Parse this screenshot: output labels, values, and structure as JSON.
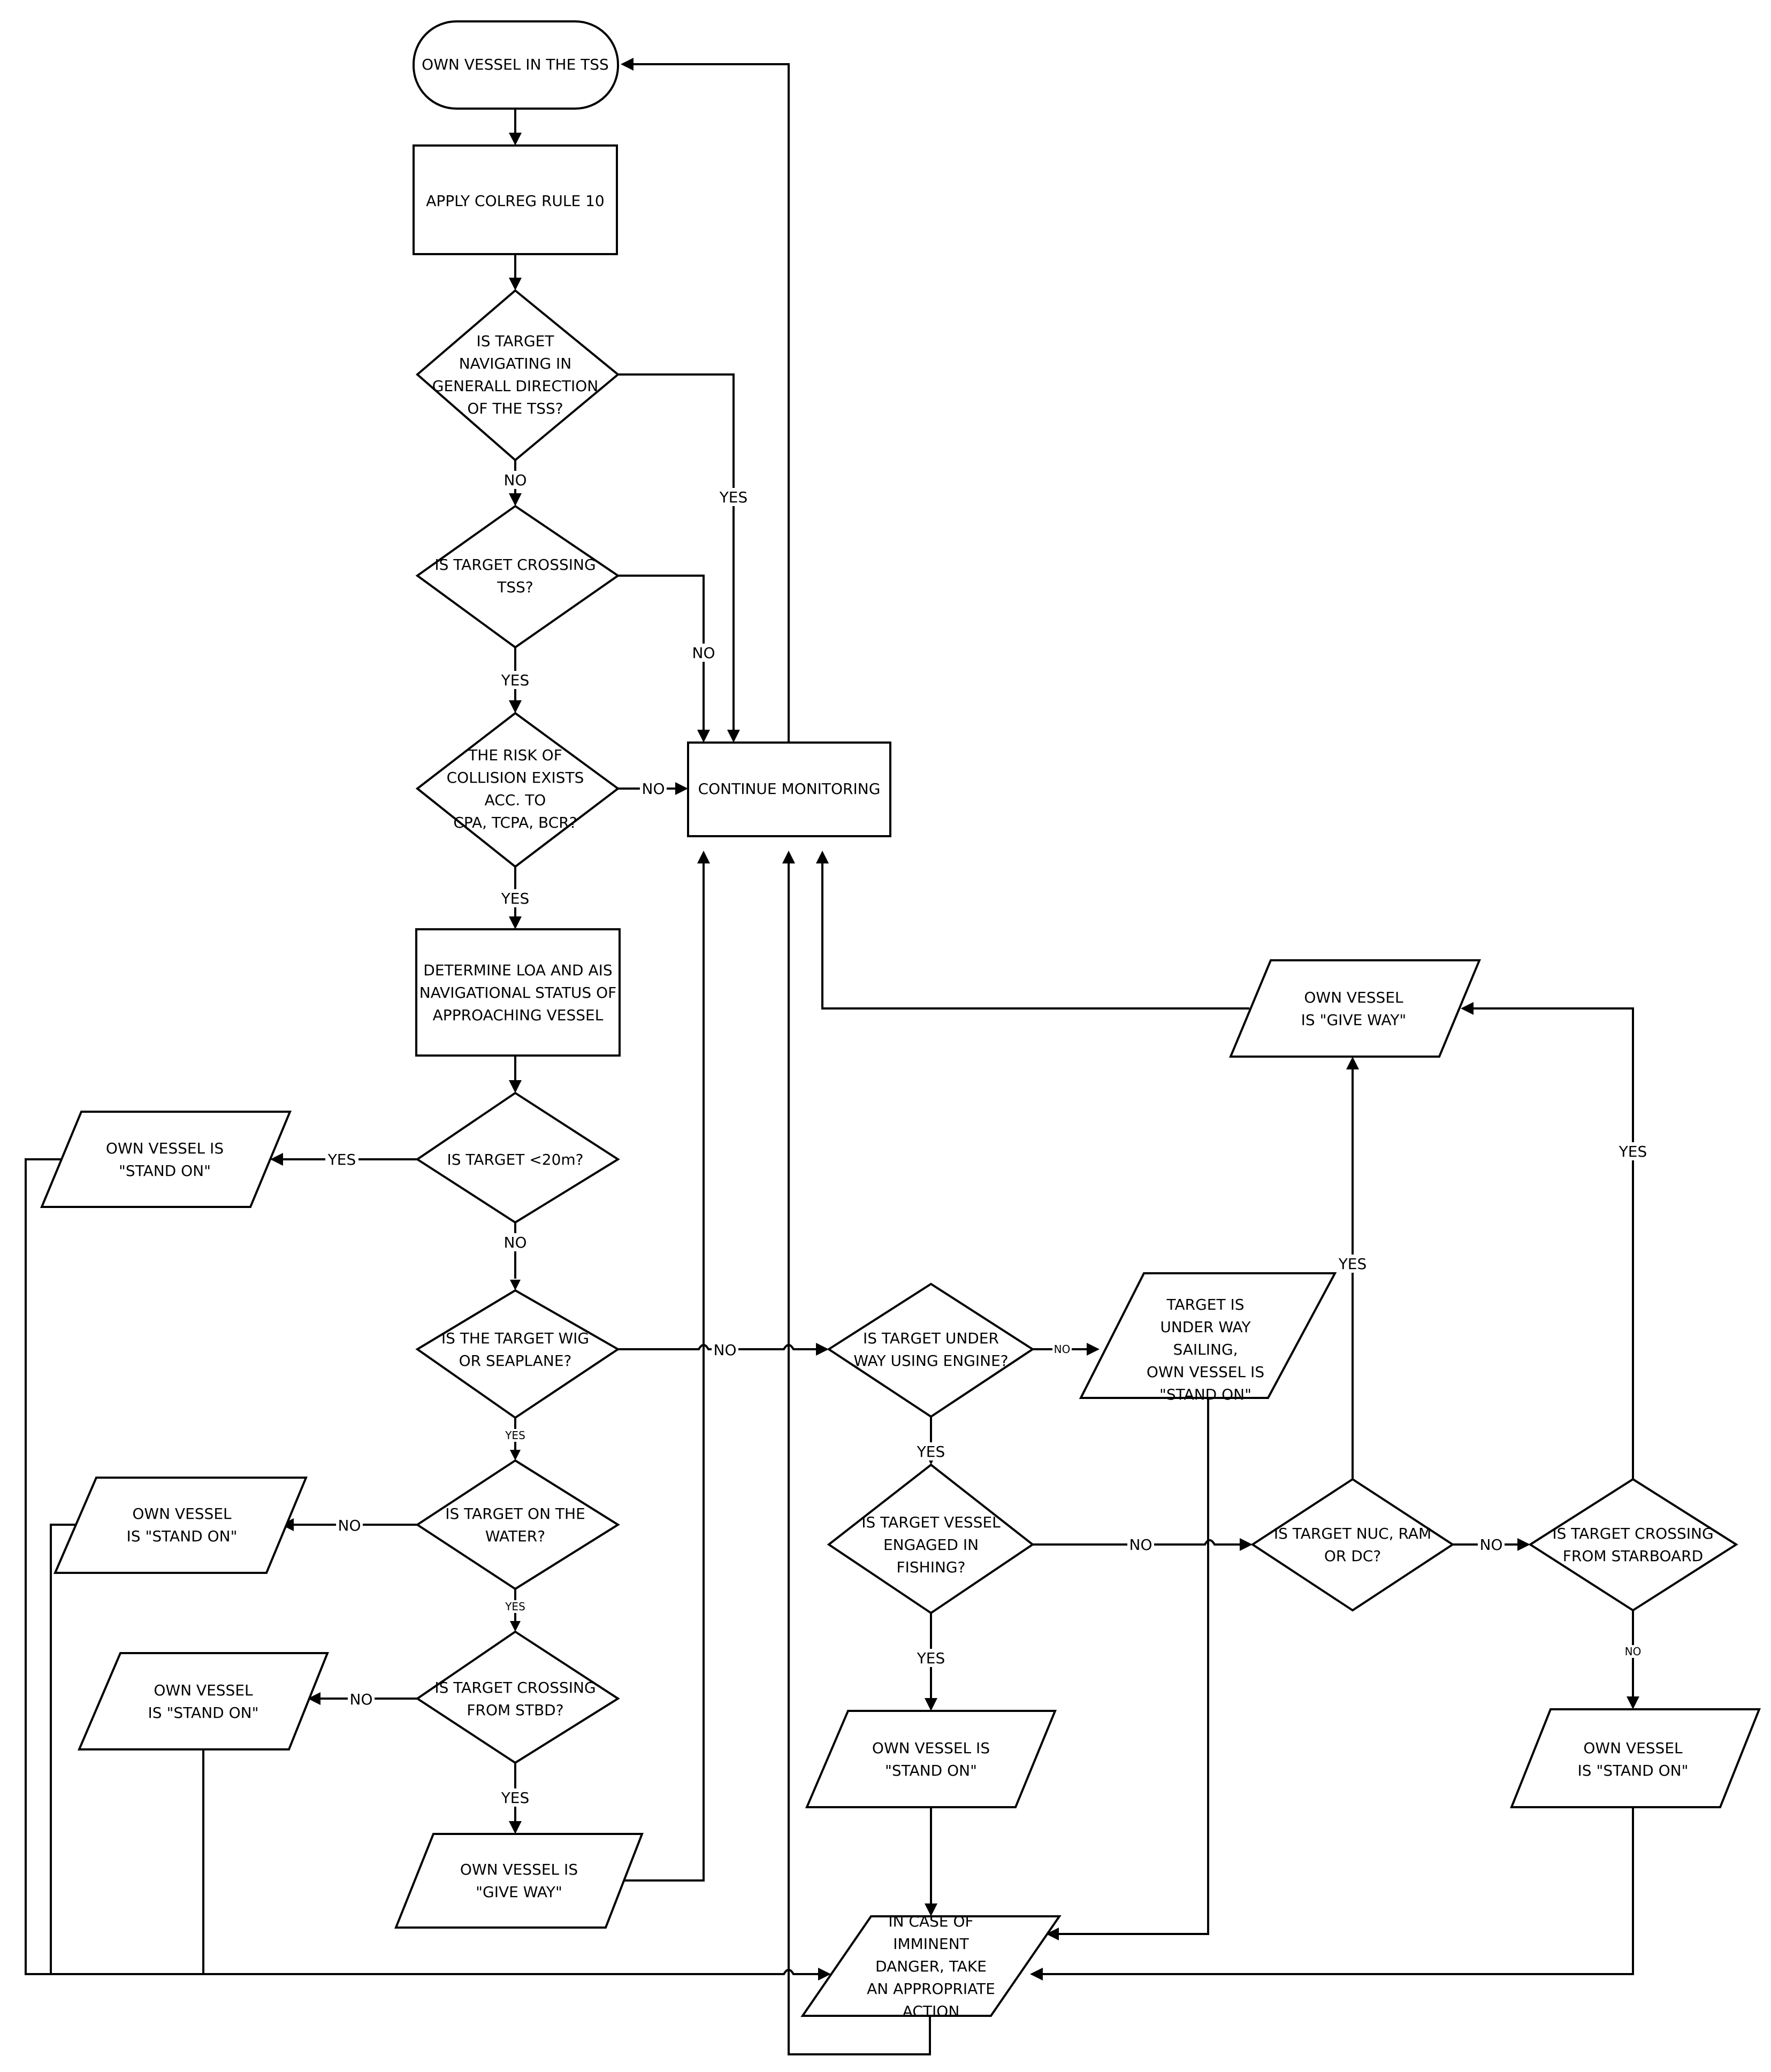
{
  "nodes": {
    "start": [
      "OWN VESSEL IN THE TSS"
    ],
    "rule10": [
      "APPLY COLREG RULE 10"
    ],
    "q_general": [
      "IS TARGET",
      "NAVIGATING IN",
      "GENERALL DIRECTION",
      "OF THE TSS?"
    ],
    "q_crossing_tss": [
      "IS TARGET CROSSING",
      "TSS?"
    ],
    "q_risk": [
      "THE RISK OF",
      "COLLISION EXISTS",
      "ACC. TO",
      "CPA, TCPA, BCR?"
    ],
    "monitor": [
      "CONTINUE MONITORING"
    ],
    "determine": [
      "DETERMINE LOA AND AIS",
      "NAVIGATIONAL STATUS OF",
      "APPROACHING VESSEL"
    ],
    "q_lt20": [
      "IS TARGET <20m?"
    ],
    "standon_a": [
      "OWN VESSEL IS",
      "\"STAND ON\""
    ],
    "q_wig": [
      "IS THE TARGET WIG",
      "OR SEAPLANE?"
    ],
    "q_water": [
      "IS TARGET ON THE",
      "WATER?"
    ],
    "standon_b": [
      "OWN VESSEL",
      "IS \"STAND ON\""
    ],
    "q_stbd": [
      "IS TARGET CROSSING",
      "FROM STBD?"
    ],
    "standon_c": [
      "OWN VESSEL",
      "IS \"STAND ON\""
    ],
    "giveway_a": [
      "OWN VESSEL IS",
      "\"GIVE WAY\""
    ],
    "q_engine": [
      "IS TARGET UNDER",
      "WAY USING ENGINE?"
    ],
    "sailing": [
      "TARGET IS",
      "UNDER WAY",
      "SAILING,",
      "OWN VESSEL IS",
      "\"STAND ON\""
    ],
    "q_fishing": [
      "IS TARGET  VESSEL",
      "ENGAGED IN",
      "FISHING?"
    ],
    "standon_d": [
      "OWN VESSEL IS",
      "\"STAND ON\""
    ],
    "imminent": [
      "IN CASE OF",
      "IMMINENT",
      "DANGER, TAKE",
      "AN APPROPRIATE",
      "ACTION"
    ],
    "q_nuc": [
      "IS TARGET NUC, RAM",
      "OR DC?"
    ],
    "giveway_b": [
      "OWN VESSEL",
      "IS \"GIVE WAY\""
    ],
    "q_starboard": [
      "IS TARGET CROSSING",
      "FROM STARBOARD"
    ],
    "standon_e": [
      "OWN VESSEL",
      "IS \"STAND ON\""
    ]
  },
  "labels": {
    "no": "NO",
    "yes": "YES"
  }
}
